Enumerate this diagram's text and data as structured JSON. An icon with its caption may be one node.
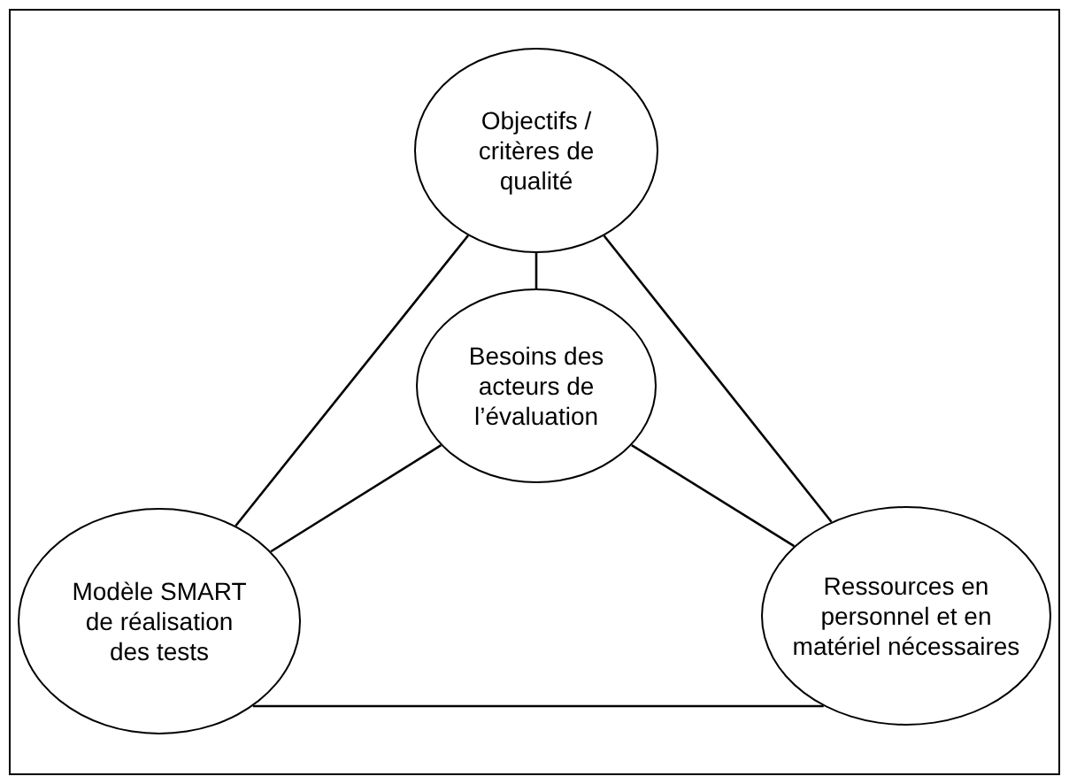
{
  "diagram": {
    "nodes": [
      {
        "text": [
          "Objectifs / critères de qualité"
        ]
      },
      {
        "text": [
          "Besoins des acteurs de l’évaluation"
        ]
      },
      {
        "text": [
          "Modèle SMART de réalisation des tests"
        ]
      },
      {
        "text": [
          "Ressources en personnel et en matériel nécessaires"
        ]
      }
    ],
    "edges": [
      {
        "from": 0,
        "to": 1,
        "arrow": "none"
      },
      {
        "from": 0,
        "to": 2,
        "arrow": "none"
      },
      {
        "from": 0,
        "to": 3,
        "arrow": "none"
      },
      {
        "from": 1,
        "to": 2,
        "arrow": "none"
      },
      {
        "from": 1,
        "to": 3,
        "arrow": "none"
      },
      {
        "from": 2,
        "to": 3,
        "arrow": "none"
      }
    ]
  }
}
